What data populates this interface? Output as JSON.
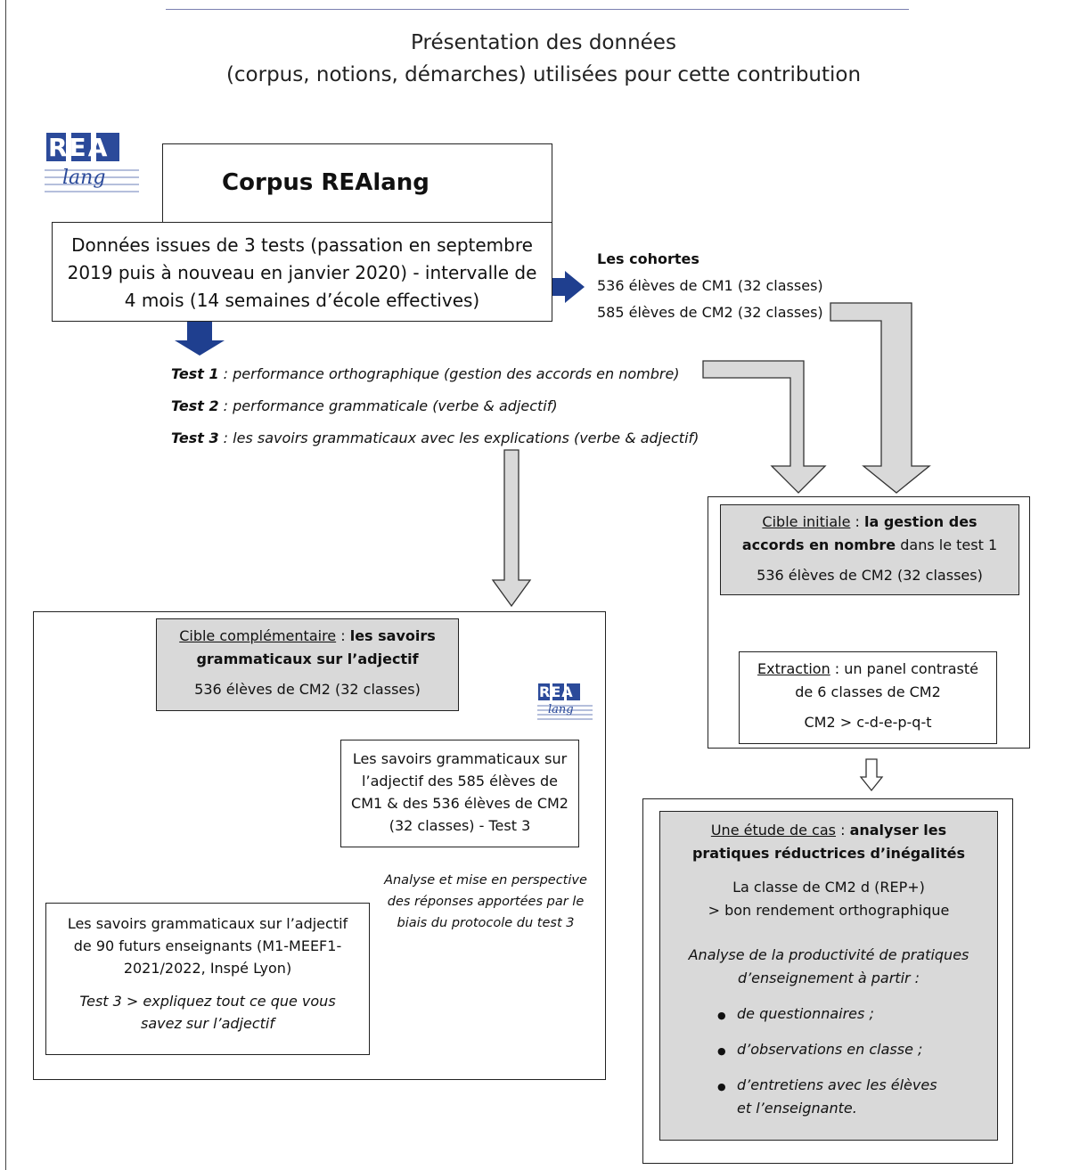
{
  "header": {
    "title_line1": "Présentation des données",
    "title_line2": "(corpus, notions, démarches) utilisées pour cette contribution"
  },
  "logo": {
    "text_top": "REA",
    "text_bottom": "lang"
  },
  "corpus": {
    "title": "Corpus REAlang",
    "description": "Données issues de 3 tests (passation en septembre 2019 puis à nouveau en janvier 2020) - intervalle de 4 mois (14 semaines d’école effectives)"
  },
  "cohortes": {
    "title": "Les cohortes",
    "line1": "536 élèves de CM1 (32 classes)",
    "line2": "585 élèves de CM2 (32 classes)"
  },
  "tests": [
    {
      "label": "Test 1",
      "text": " : performance orthographique (gestion des accords en nombre)"
    },
    {
      "label": "Test 2",
      "text": " : performance grammaticale (verbe & adjectif)"
    },
    {
      "label": "Test 3",
      "text": " : les savoirs grammaticaux avec les explications (verbe & adjectif)"
    }
  ],
  "cible_initiale": {
    "label": "Cible initiale",
    "sep": " : ",
    "bold": "la gestion des accords en nombre",
    "rest": " dans le test 1",
    "count": "536 élèves de CM2 (32 classes)"
  },
  "extraction": {
    "label": "Extraction",
    "text": " :  un panel contrasté de 6 classes de CM2",
    "code": "CM2 > c-d-e-p-q-t"
  },
  "etude": {
    "label": "Une étude de cas",
    "sep": " : ",
    "bold": "analyser les pratiques réductrices d’inégalités",
    "classe_line1": "La classe de CM2 d (REP+)",
    "classe_line2": "> bon rendement orthographique",
    "analyse_line1": "Analyse de la productivité de pratiques",
    "analyse_line2": "d’enseignement  à partir :",
    "bullets": [
      "de questionnaires ;",
      "d’observations en classe ;",
      "d’entretiens avec les élèves et l’enseignante."
    ]
  },
  "cible_compl": {
    "label": "Cible complémentaire",
    "sep": " : ",
    "bold": "les savoirs grammaticaux  sur l’adjectif",
    "count": "536 élèves de CM2 (32 classes)"
  },
  "savoirs_eleves": "Les savoirs grammaticaux sur l’adjectif des 585 élèves de CM1 & des 536 élèves de CM2 (32 classes) - Test 3",
  "analyse_perspective": "Analyse et mise en perspective des réponses apportées par le biais du protocole du test 3",
  "futurs": {
    "line1": "Les savoirs grammaticaux  sur l’adjectif de 90 futurs enseignants (M1-MEEF1-2021/2022, Inspé Lyon)",
    "line2": "Test 3 > expliquez tout ce que vous savez sur l’adjectif"
  },
  "colors": {
    "blue_arrow": "#1f3f8f",
    "grey_box": "#d9d9d9",
    "grey_arrow": "#d9d9d9",
    "logo_blue": "#2b4a9a"
  }
}
